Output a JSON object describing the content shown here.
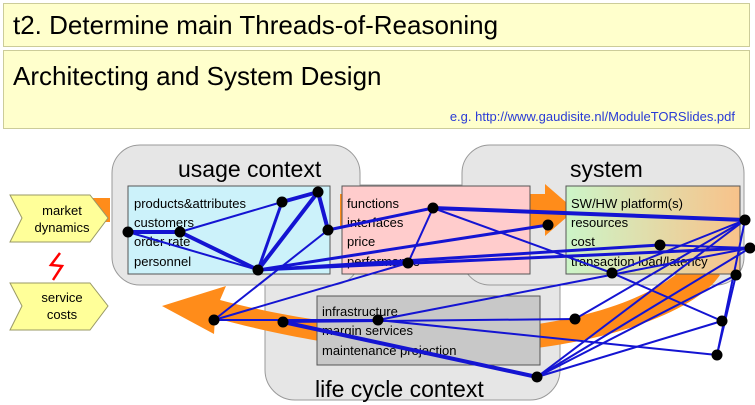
{
  "header": {
    "title": "t2. Determine main Threads-of-Reasoning",
    "subtitle": "Architecting and System Design",
    "reference": "e.g. http://www.gaudisite.nl/ModuleTORSlides.pdf"
  },
  "diagram": {
    "contexts": {
      "usage": "usage context",
      "system": "system",
      "lifecycle": "life cycle context"
    },
    "drivers": {
      "market_line1": "market",
      "market_line2": "dynamics",
      "service_line1": "service",
      "service_line2": "costs"
    },
    "boxes": {
      "usage": [
        "products&attributes",
        "customers",
        "order rate",
        "personnel"
      ],
      "functions": [
        "functions",
        "interfaces",
        "price",
        "performance"
      ],
      "system": [
        "SW/HW platform(s)",
        "resources",
        "cost",
        "transaction load/latency"
      ],
      "lifecycle": [
        "infrastructure",
        "margin services",
        "maintenance projection"
      ]
    },
    "colors": {
      "usage_box": "#ccf2fa",
      "functions_box": "#ffcccc",
      "system_box_start": "#ccf5c8",
      "system_box_end": "#f8c28a",
      "lifecycle_box": "#c8c8c8",
      "context_bg": "#e6e6e6",
      "arrow": "#ff8c1a",
      "thread": "#1414d2",
      "driver": "#ffff99",
      "bolt": "#ff0000"
    }
  }
}
